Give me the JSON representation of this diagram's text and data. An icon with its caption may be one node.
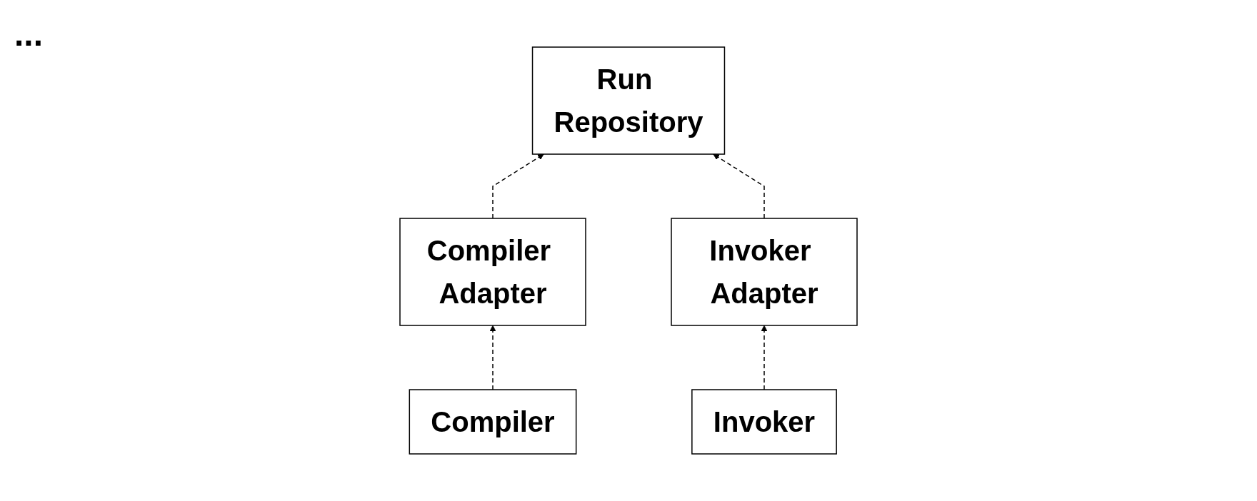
{
  "diagram": {
    "nodes": [
      {
        "text": [
          "Run Repository"
        ]
      },
      {
        "text": [
          "Compiler Adapter"
        ]
      },
      {
        "text": [
          "Invoker Adapter"
        ]
      },
      {
        "text": [
          "Compiler"
        ]
      },
      {
        "text": [
          "Invoker"
        ]
      }
    ],
    "edges": [
      {
        "from": 1,
        "to": 0,
        "arrow": "to",
        "style": "dashed"
      },
      {
        "from": 2,
        "to": 0,
        "arrow": "to",
        "style": "dashed"
      },
      {
        "from": 3,
        "to": 1,
        "arrow": "to",
        "style": "dashed"
      },
      {
        "from": 4,
        "to": 2,
        "arrow": "to",
        "style": "dashed"
      }
    ],
    "labels": [
      "..."
    ]
  }
}
